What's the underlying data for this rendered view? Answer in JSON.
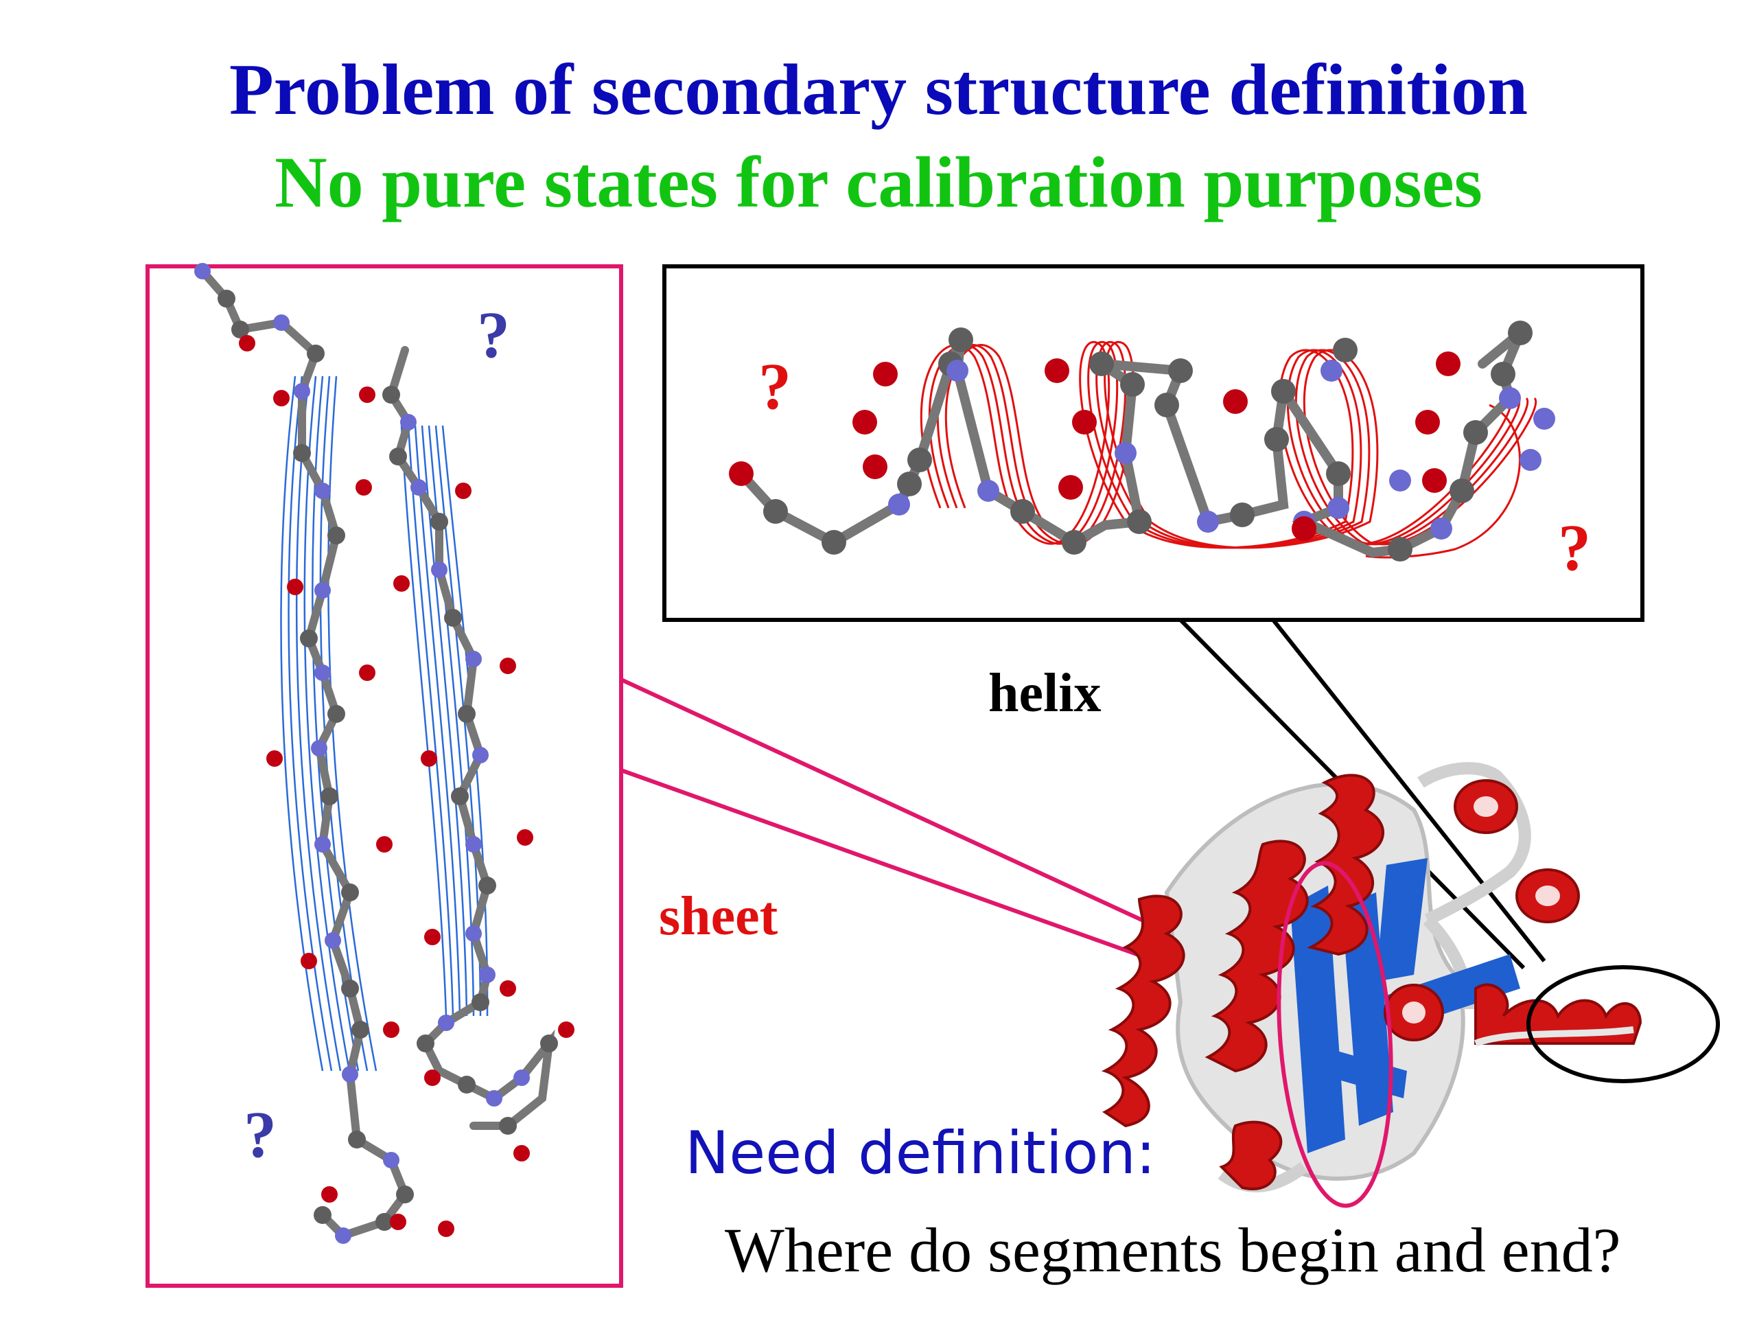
{
  "title": "Problem of secondary structure definition",
  "subtitle": "No pure states for calibration purposes",
  "labels": {
    "helix": "helix",
    "sheet": "sheet",
    "question": "?"
  },
  "need_definition": "Need definition:",
  "question_text": "Where do segments begin and end?",
  "colors": {
    "title": "#0a0ab8",
    "subtitle": "#12c412",
    "sheet_box": "#e0176b",
    "helix_box": "#000000",
    "helix_ribbon": "#d01010",
    "strand_ribbon": "#1a56c8",
    "carbon": "#6a6a6a",
    "nitrogen": "#6060c8",
    "oxygen": "#c00010"
  }
}
